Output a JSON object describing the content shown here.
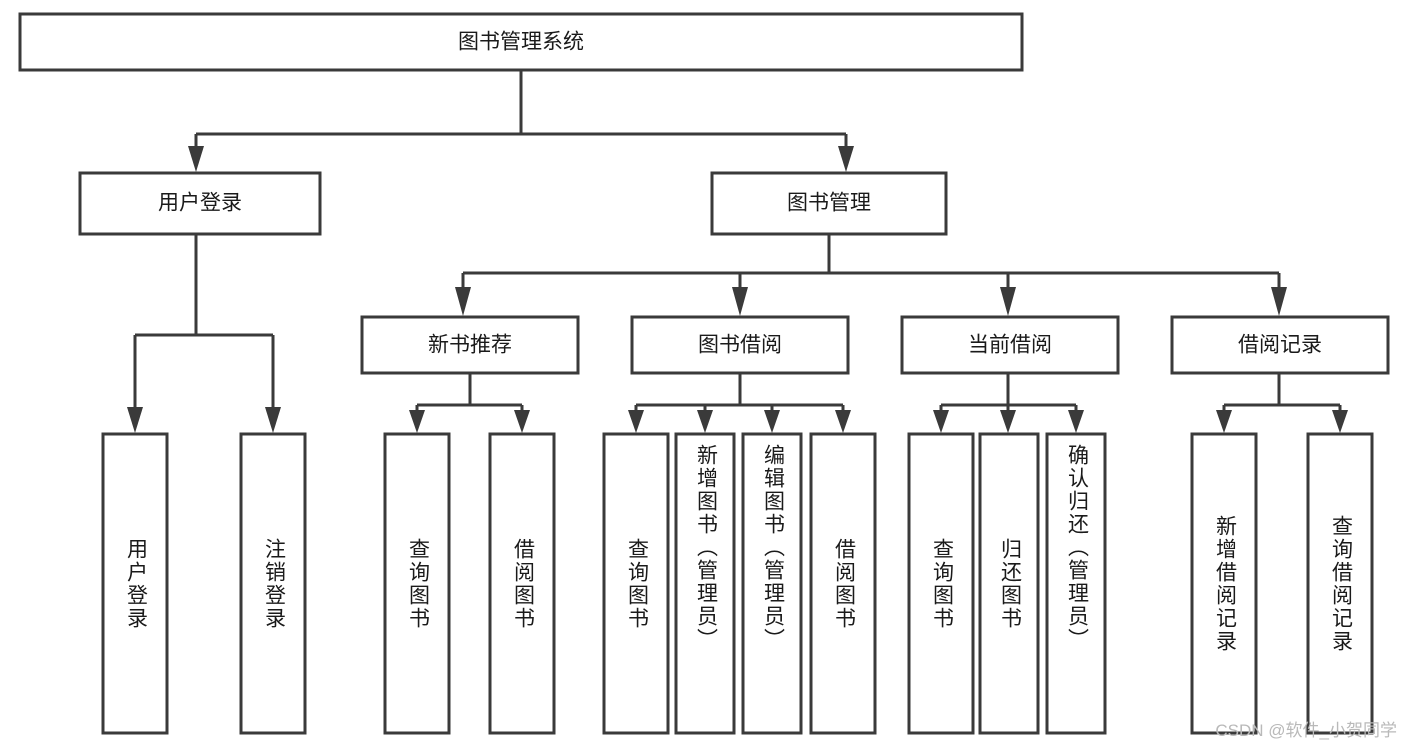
{
  "diagram": {
    "title": "图书管理系统",
    "type": "tree-hierarchy-diagram",
    "colors": {
      "box_stroke": "#3a3a3a",
      "box_fill": "#ffffff",
      "text": "#1a1a1a",
      "background": "#ffffff",
      "watermark": "#b9b9b9"
    },
    "root": {
      "label": "图书管理系统"
    },
    "level2": [
      {
        "label": "用户登录"
      },
      {
        "label": "图书管理"
      }
    ],
    "level3": [
      {
        "label": "新书推荐"
      },
      {
        "label": "图书借阅"
      },
      {
        "label": "当前借阅"
      },
      {
        "label": "借阅记录"
      }
    ],
    "leaves": {
      "user_login": [
        {
          "label": "用户登录"
        },
        {
          "label": "注销登录"
        }
      ],
      "new_book_recommend": [
        {
          "label": "查询图书"
        },
        {
          "label": "借阅图书"
        }
      ],
      "book_borrow": [
        {
          "label": "查询图书"
        },
        {
          "label": "新增图书（管理员）"
        },
        {
          "label": "编辑图书（管理员）"
        },
        {
          "label": "借阅图书"
        }
      ],
      "current_borrow": [
        {
          "label": "查询图书"
        },
        {
          "label": "归还图书"
        },
        {
          "label": "确认归还（管理员）"
        }
      ],
      "borrow_record": [
        {
          "label": "新增借阅记录"
        },
        {
          "label": "查询借阅记录"
        }
      ]
    },
    "watermark": "CSDN @软件_小贺同学"
  }
}
